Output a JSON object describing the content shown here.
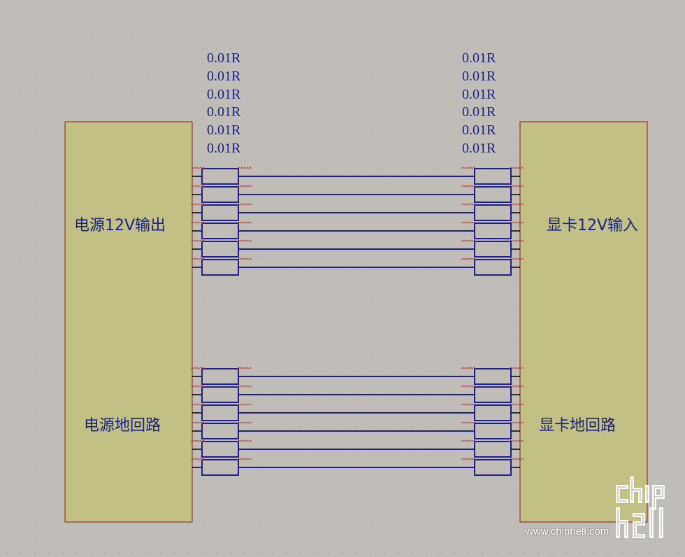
{
  "blocks": {
    "psu_12v": "电源12V输出",
    "psu_gnd": "电源地回路",
    "gpu_12v": "显卡12V输入",
    "gpu_gnd": "显卡地回路"
  },
  "resistor_labels_left": [
    "0.01R",
    "0.01R",
    "0.01R",
    "0.01R",
    "0.01R",
    "0.01R"
  ],
  "resistor_labels_right": [
    "0.01R",
    "0.01R",
    "0.01R",
    "0.01R",
    "0.01R",
    "0.01R"
  ],
  "wires": {
    "power_count": 6,
    "ground_count": 6
  },
  "watermark": {
    "url": "www.chiphell.com",
    "logo_text": "chip hell"
  },
  "colors": {
    "background": "#c0bcb8",
    "block_fill": "#c3c085",
    "block_stroke": "#8b3a2a",
    "wire": "#1f1f8f",
    "text": "#1a237e"
  },
  "icons": {
    "resistor": "resistor-symbol"
  }
}
